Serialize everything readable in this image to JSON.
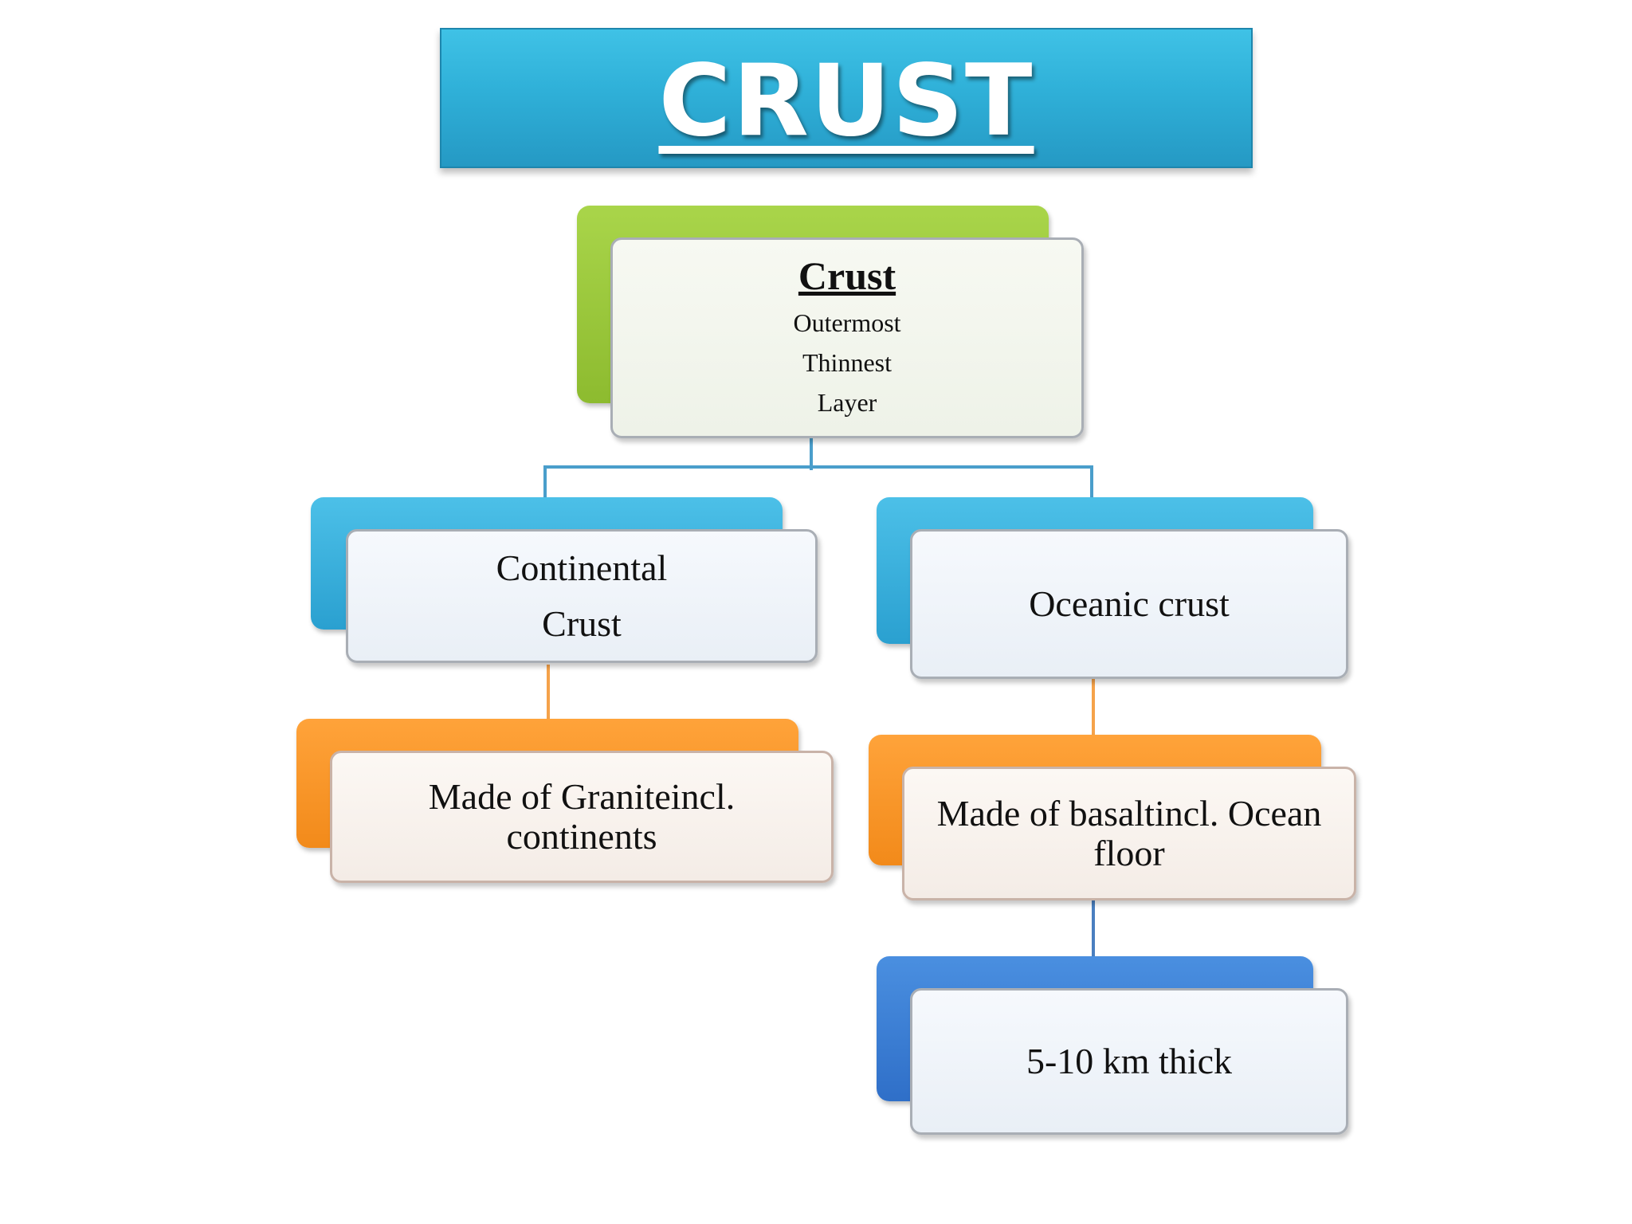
{
  "banner": {
    "title": "CRUST"
  },
  "root": {
    "title": "Crust",
    "lines": [
      "Outermost",
      "Thinnest",
      "Layer"
    ]
  },
  "left": {
    "title_lines": [
      "Continental",
      "Crust"
    ],
    "detail_lines": [
      "Made of  Graniteincl.",
      "continents"
    ]
  },
  "right": {
    "title": "Oceanic crust",
    "detail_lines": [
      "Made of basaltincl. Ocean",
      "floor"
    ],
    "thickness": "5-10 km thick"
  },
  "colors": {
    "banner": "#2fb0d8",
    "green": "#8dbb2f",
    "blue": "#2aa0d0",
    "orange": "#f28a1a",
    "dark_blue": "#2f6fc8",
    "connector_blue": "#4a9ecb",
    "connector_orange": "#f5a24a"
  }
}
